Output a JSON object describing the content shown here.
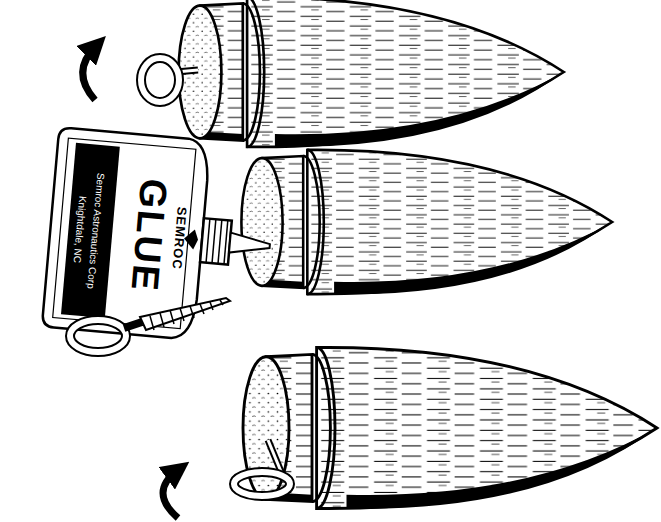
{
  "diagram": {
    "labels": [
      "SEMROC",
      "GLUE",
      "Semroc Astronautics Corp",
      "Knightdale, NC"
    ]
  }
}
